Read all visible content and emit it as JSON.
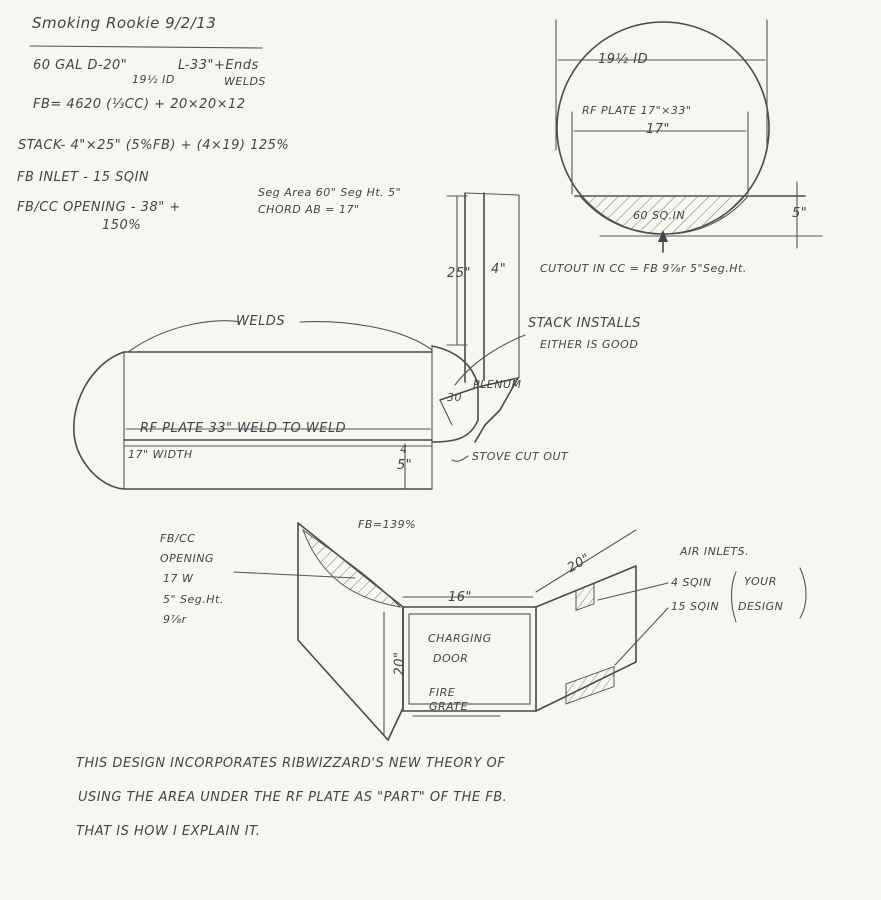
{
  "notes": {
    "title": "Smoking Rookie 9/2/13",
    "line1a": "60 GAL  D-20\"",
    "line1b": "L-33\"+Ends",
    "line1c": "19½ ID",
    "line1d": "WELDS",
    "fb": "FB= 4620 (⅓CC) + 20×20×12",
    "stack": "STACK- 4\"×25\" (5%FB) + (4×19) 125%",
    "fb_inlet": "FB INLET - 15 SQIN",
    "fbcc_opening": "FB/CC OPENING - 38\" +",
    "fbcc_pct": "150%"
  },
  "circle_view": {
    "id_label": "19½ ID",
    "rf_plate": "RF PLATE 17\"×33\"",
    "width": "17\"",
    "area": "60 SQ.IN",
    "height": "5\"",
    "cutout": "CUTOUT IN CC = FB 9⅞r 5\"Seg.Ht."
  },
  "side_view": {
    "seg_area": "Seg Area 60\" Seg Ht. 5\"",
    "chord": "CHORD AB = 17\"",
    "stack_h": "25\"",
    "stack_d": "4\"",
    "welds": "WELDS",
    "stack_installs": "STACK INSTALLS",
    "either_good": "EITHER IS GOOD",
    "angle": "30",
    "plenum": "PLENUM",
    "rf_plate": "RF PLATE 33\" WELD TO WELD",
    "width": "17\" WIDTH",
    "dim4": "4",
    "dim5": "5\"",
    "stove": "STOVE CUT OUT"
  },
  "firebox_view": {
    "fb_pct": "FB=139%",
    "opening1": "FB/CC",
    "opening2": "OPENING",
    "opening3": "17 W",
    "opening4": "5\" Seg.Ht.",
    "opening5": "9⅞r",
    "depth": "20\"",
    "front_w": "16\"",
    "front_h": "20\"",
    "door1": "CHARGING",
    "door2": "DOOR",
    "grate1": "FIRE",
    "grate2": "GRATE",
    "air": "AIR INLETS.",
    "air1": "4 SQIN",
    "air2": "15 SQIN",
    "your1": "YOUR",
    "your2": "DESIGN"
  },
  "footer": {
    "line1": "THIS DESIGN INCORPORATES RIBWIZZARD'S NEW THEORY OF",
    "line2": "USING THE AREA UNDER THE RF PLATE AS \"PART\" OF THE FB.",
    "line3": "THAT IS HOW I EXPLAIN IT."
  }
}
